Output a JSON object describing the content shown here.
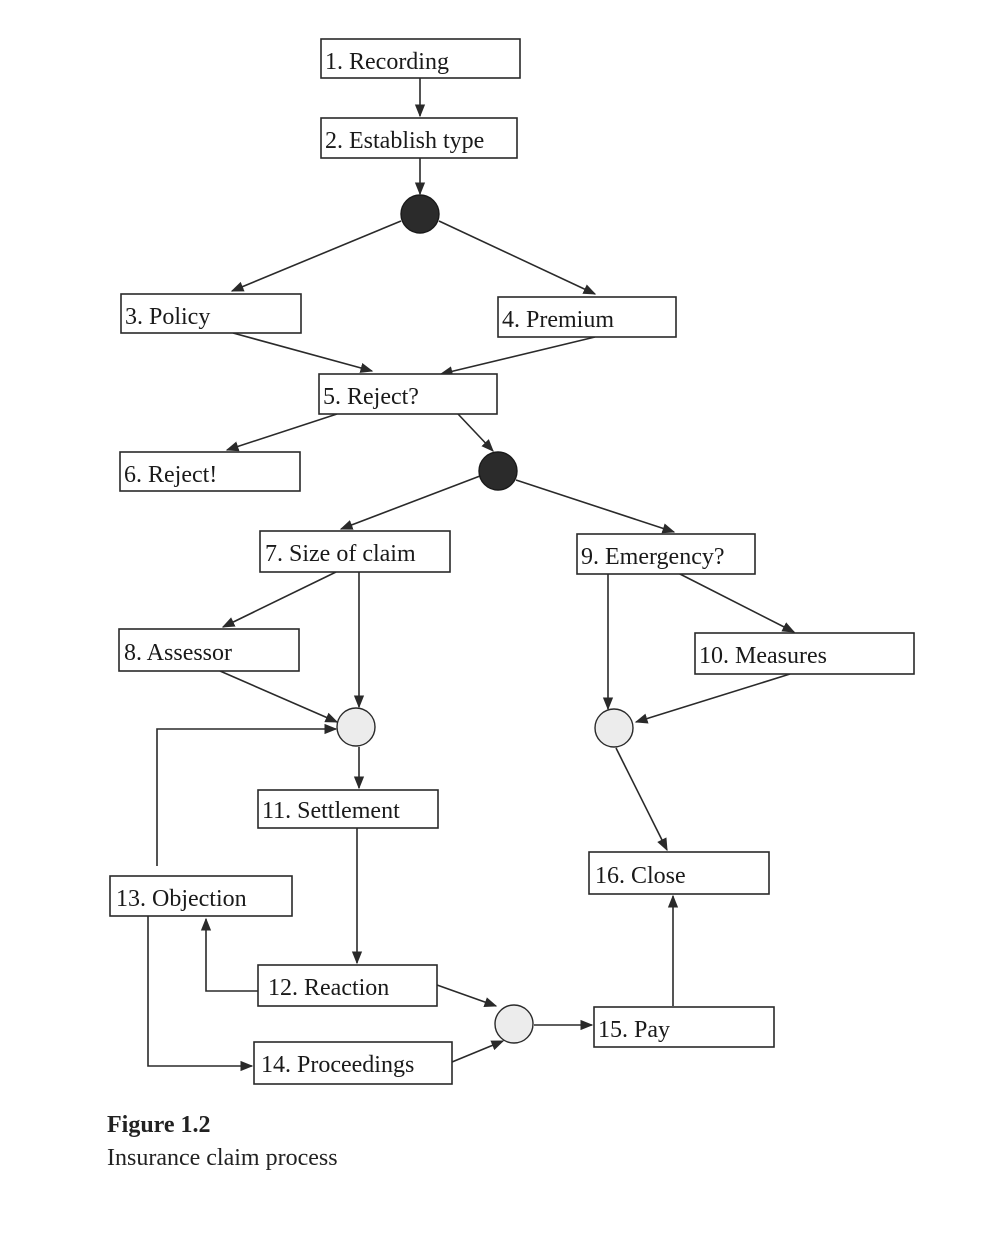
{
  "figure": {
    "label": "Figure 1.2",
    "title": "Insurance claim process"
  },
  "tasks": {
    "t1": "1. Recording",
    "t2": "2. Establish type",
    "t3": "3. Policy",
    "t4": "4. Premium",
    "t5": "5. Reject?",
    "t6": "6. Reject!",
    "t7": "7. Size of claim",
    "t8": "8. Assessor",
    "t9": "9. Emergency?",
    "t10": "10. Measures",
    "t11": "11. Settlement",
    "t12": "12. Reaction",
    "t13": "13. Objection",
    "t14": "14. Proceedings",
    "t15": "15. Pay",
    "t16": "16. Close"
  },
  "colors": {
    "ink": "#2a2a2a",
    "and_node": "#2b2b2b",
    "or_node": "#ececec"
  }
}
